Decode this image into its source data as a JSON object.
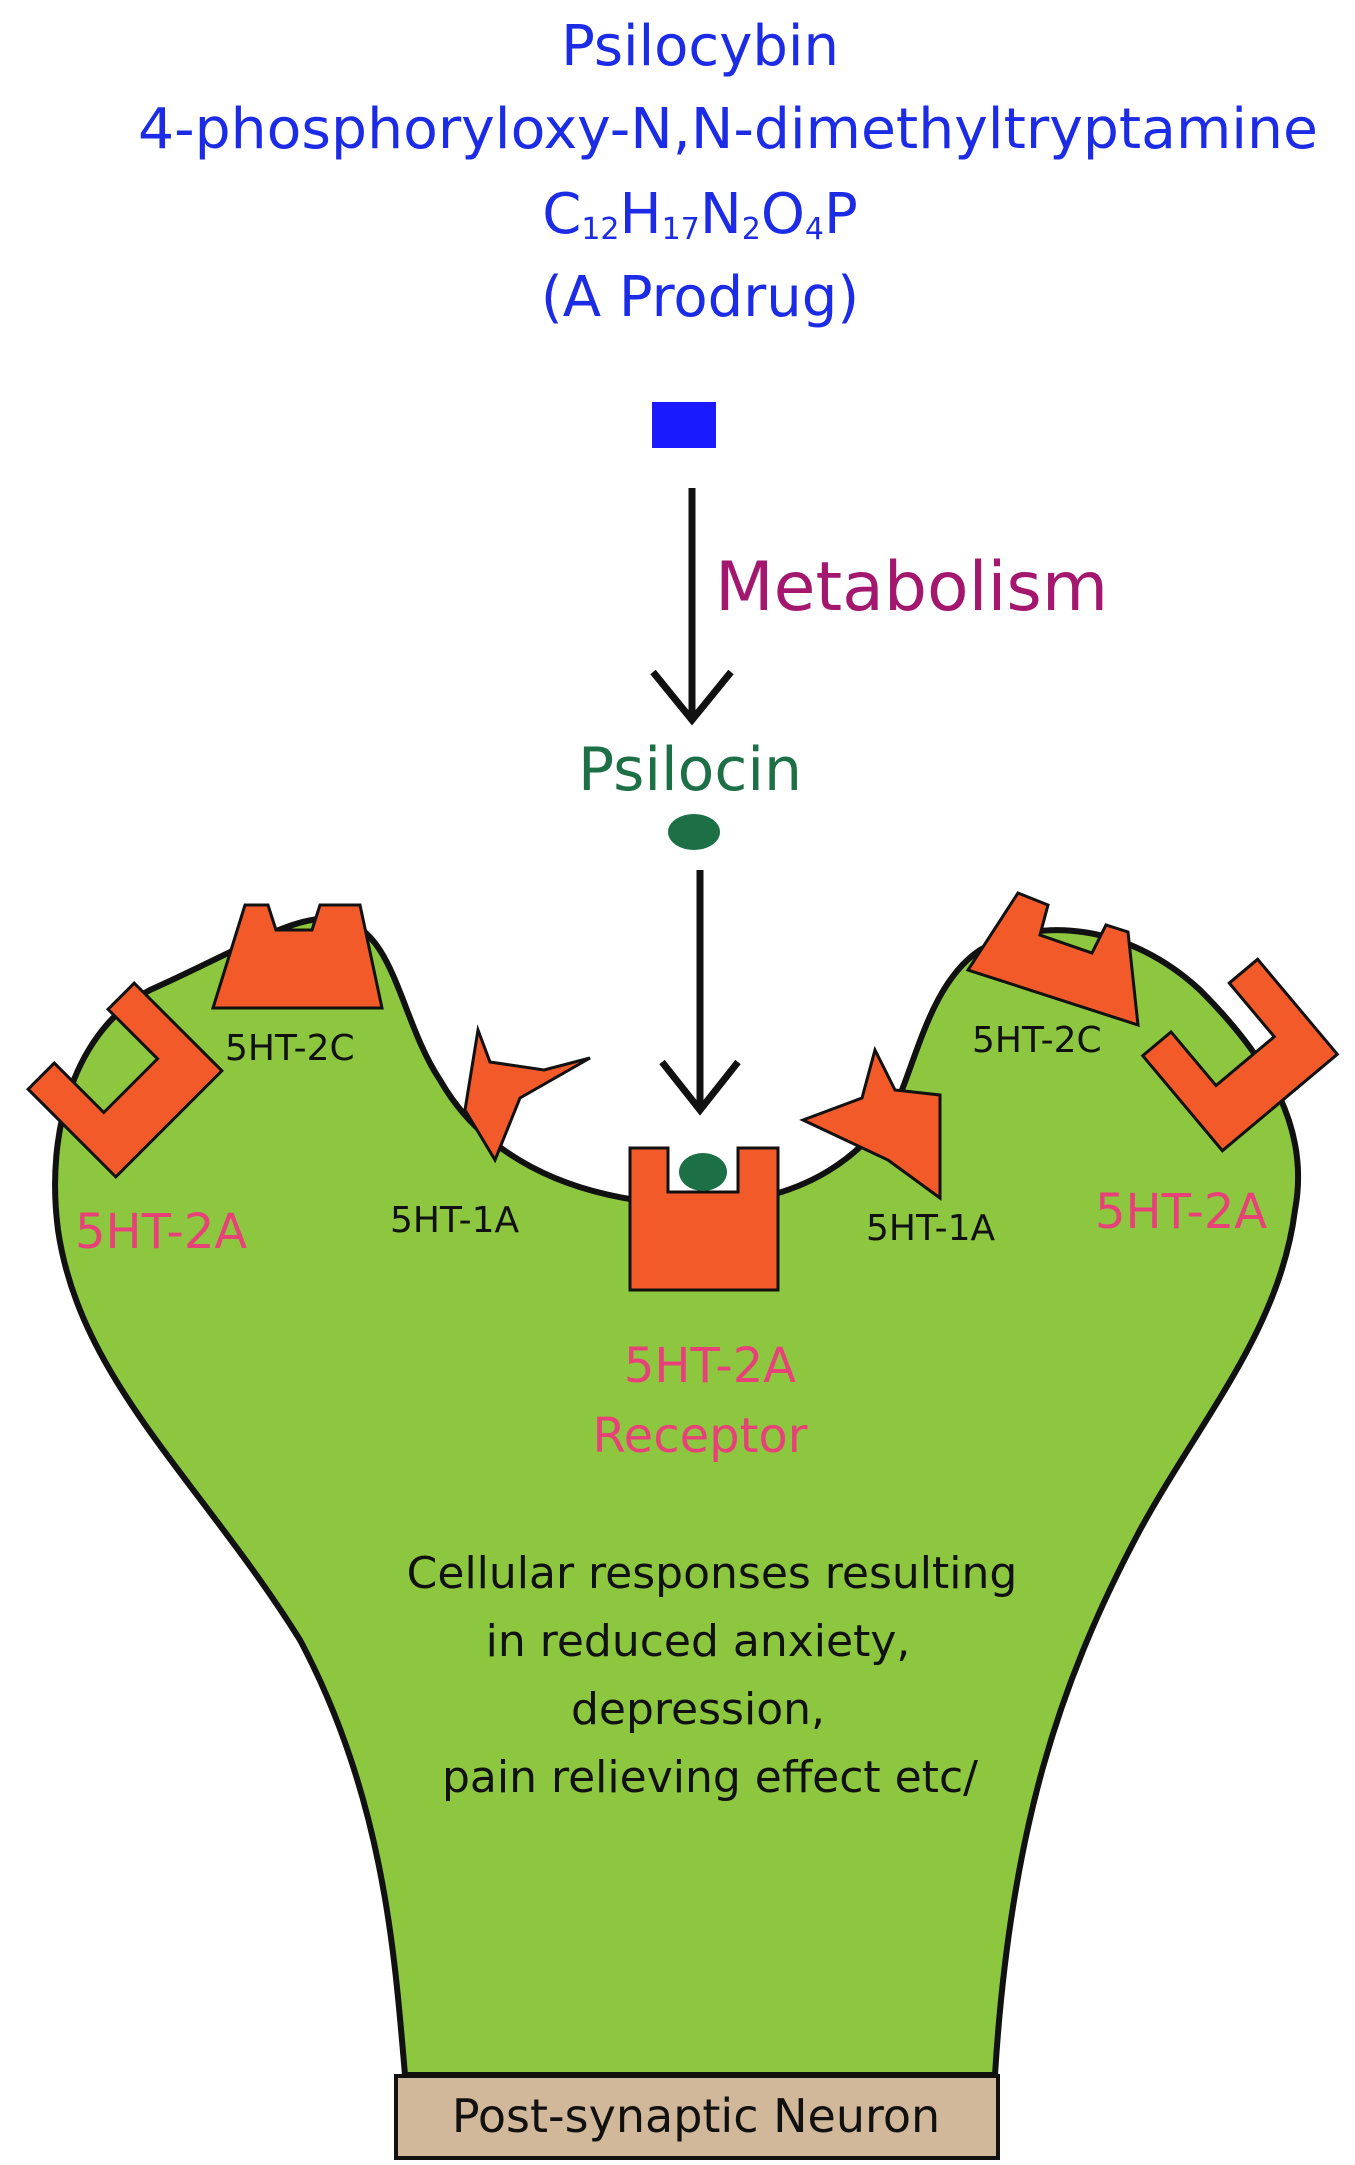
{
  "prodrug": {
    "name": "Psilocybin",
    "iupac": "4-phosphoryloxy-N,N-dimethyltryptamine",
    "formula_parts": [
      {
        "text": "C",
        "sub": false
      },
      {
        "text": "12",
        "sub": true
      },
      {
        "text": "H",
        "sub": false
      },
      {
        "text": "17",
        "sub": true
      },
      {
        "text": "N",
        "sub": false
      },
      {
        "text": "2",
        "sub": true
      },
      {
        "text": "O",
        "sub": false
      },
      {
        "text": "4",
        "sub": true
      },
      {
        "text": "P",
        "sub": false
      }
    ],
    "note": "(A Prodrug)"
  },
  "process": {
    "label": "Metabolism"
  },
  "metabolite": {
    "name": "Psilocin"
  },
  "receptors": {
    "left_2a": "5HT-2A",
    "left_2c": "5HT-2C",
    "left_1a": "5HT-1A",
    "center_2a_line1": "5HT-2A",
    "center_2a_line2": "Receptor",
    "right_1a": "5HT-1A",
    "right_2c": "5HT-2C",
    "right_2a": "5HT-2A"
  },
  "response": {
    "lines": [
      "Cellular responses resulting",
      "in reduced anxiety,",
      "depression,",
      "pain relieving effect etc/"
    ]
  },
  "neuron": {
    "label": "Post-synaptic Neuron"
  },
  "colors": {
    "prodrug_text": "#1c2ce6",
    "prodrug_marker": "#1a1aff",
    "metabolism_text": "#a3186e",
    "psilocin": "#1d6f45",
    "receptor_label": "#e8417a",
    "receptor_fill": "#f25a29",
    "neuron_fill": "#8dc63f",
    "neuron_base": "#d2b89a"
  }
}
